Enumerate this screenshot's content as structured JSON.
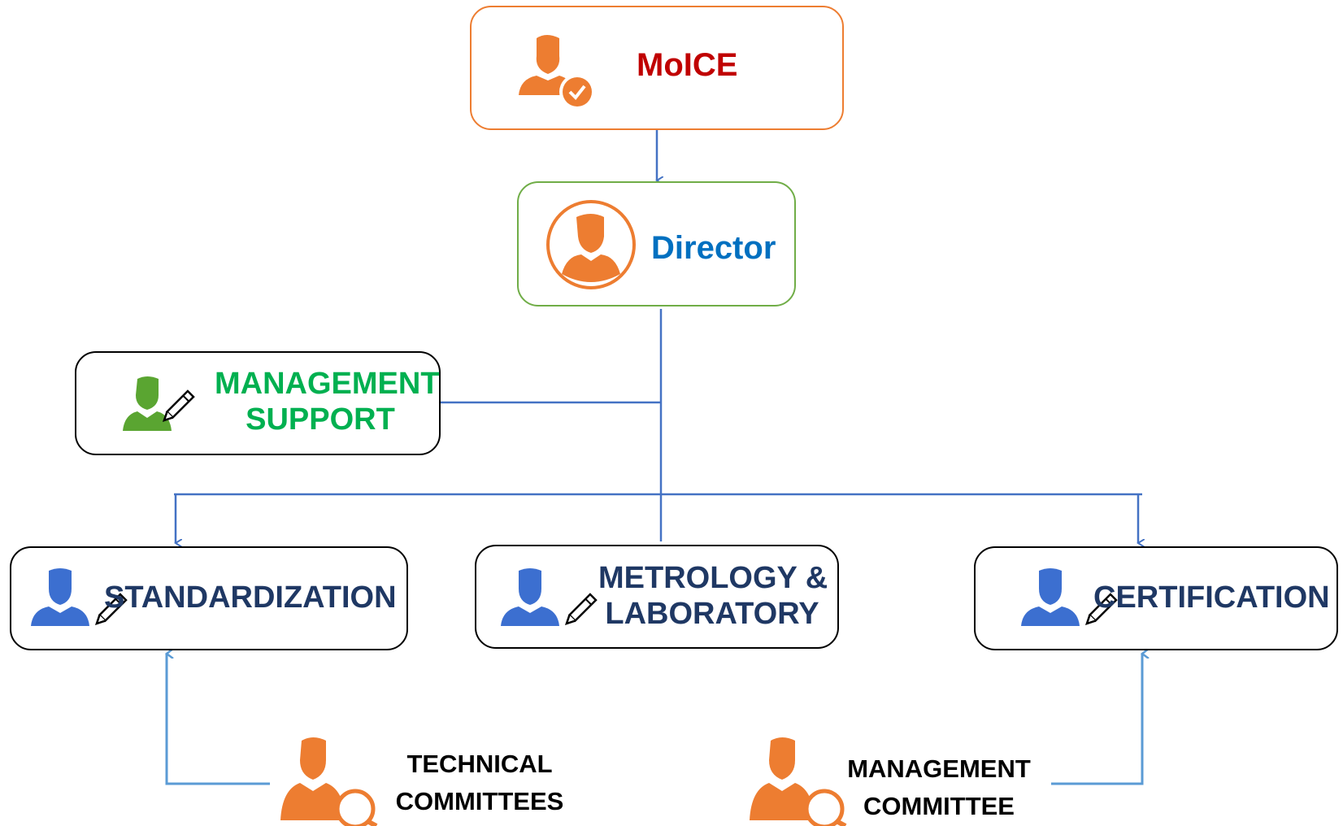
{
  "colors": {
    "orange": "#ED7D31",
    "green_border": "#70AD47",
    "connector": "#4472C4",
    "connector_light": "#5B9BD5",
    "moice_text": "#C00000",
    "director_text": "#0070C0",
    "management_text": "#00B050",
    "dept_text": "#1F3864",
    "dept_icon": "#3C6FD0"
  },
  "nodes": {
    "moice": {
      "label": "MoICE",
      "icon": "user-check-icon"
    },
    "director": {
      "label": "Director",
      "icon": "user-circle-icon"
    },
    "management_support": {
      "line1": "MANAGEMENT",
      "line2": "SUPPORT",
      "icon": "user-edit-icon"
    },
    "standardization": {
      "label": "STANDARDIZATION",
      "icon": "user-edit-icon"
    },
    "metrology": {
      "line1": "METROLOGY &",
      "line2": "LABORATORY",
      "icon": "user-edit-icon"
    },
    "certification": {
      "label": "CERTIFICATION",
      "icon": "user-edit-icon"
    }
  },
  "committees": {
    "technical": {
      "line1": "TECHNICAL",
      "line2": "COMMITTEES",
      "icon": "user-search-icon"
    },
    "management": {
      "line1": "MANAGEMENT",
      "line2": "COMMITTEE",
      "icon": "user-search-icon"
    }
  }
}
